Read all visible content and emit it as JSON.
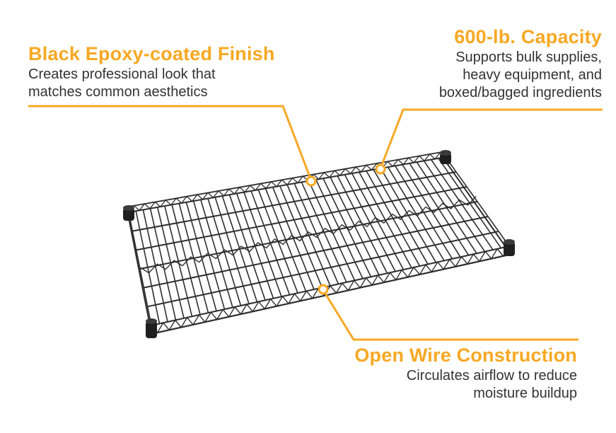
{
  "colors": {
    "accent": "#f7a823",
    "text": "#333333",
    "wire": "#2e2e2e"
  },
  "callouts": {
    "finish": {
      "title": "Black Epoxy-coated Finish",
      "line1": "Creates professional look that",
      "line2": "matches common aesthetics"
    },
    "capacity": {
      "title": "600-lb. Capacity",
      "line1": "Supports bulk supplies,",
      "line2": "heavy equipment, and",
      "line3": "boxed/bagged ingredients"
    },
    "construction": {
      "title": "Open Wire Construction",
      "line1": "Circulates airflow to reduce",
      "line2": "moisture buildup"
    }
  }
}
